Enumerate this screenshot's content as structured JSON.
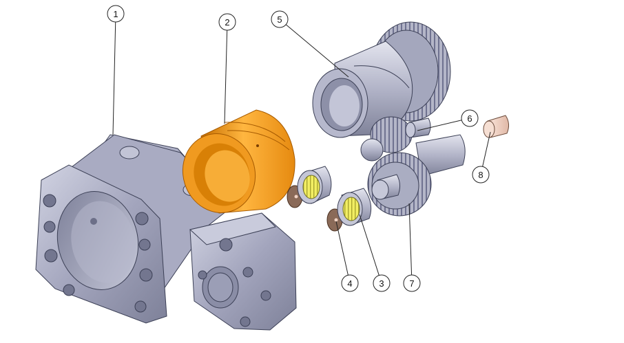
{
  "colors": {
    "housing": "#a3a5bd",
    "housing_light": "#c9cbdc",
    "housing_dark": "#6e7190",
    "bushing": "#f39a1e",
    "bushing_light": "#ffc35f",
    "bushing_dark": "#c76f00",
    "bearing_race": "#b9bccb",
    "needles": "#f2ee63",
    "washer": "#8a6a58",
    "pin": "#f1d3c4",
    "outline": "#3b3f55"
  },
  "balloons": [
    {
      "label": "1"
    },
    {
      "label": "2"
    },
    {
      "label": "3"
    },
    {
      "label": "4"
    },
    {
      "label": "5"
    },
    {
      "label": "6"
    },
    {
      "label": "7"
    },
    {
      "label": "8"
    }
  ]
}
